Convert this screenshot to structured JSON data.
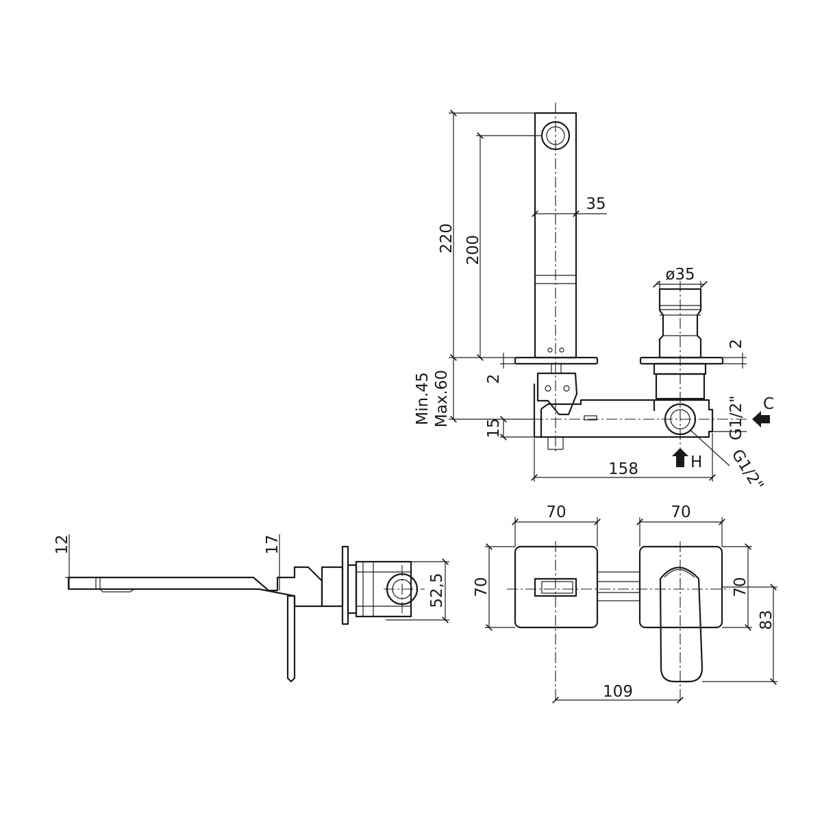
{
  "top_view": {
    "dim_220": "220",
    "dim_200": "200",
    "dim_35": "35",
    "dim_dia35": "ø35",
    "dim_2_right": "2",
    "dim_2_left": "2",
    "dim_min45": "Min.45",
    "dim_max60": "Max.60",
    "dim_15": "15",
    "dim_158": "158",
    "thread_side": "G1/2\"",
    "thread_bottom": "G1/2\"",
    "label_hot": "H",
    "label_cold": "C"
  },
  "side_view": {
    "dim_12": "12",
    "dim_17": "17",
    "dim_52_5": "52,5"
  },
  "front_view": {
    "dim_70_left_top": "70",
    "dim_70_right_top": "70",
    "dim_70_left_side": "70",
    "dim_70_right_side": "70",
    "dim_83": "83",
    "dim_109": "109"
  }
}
